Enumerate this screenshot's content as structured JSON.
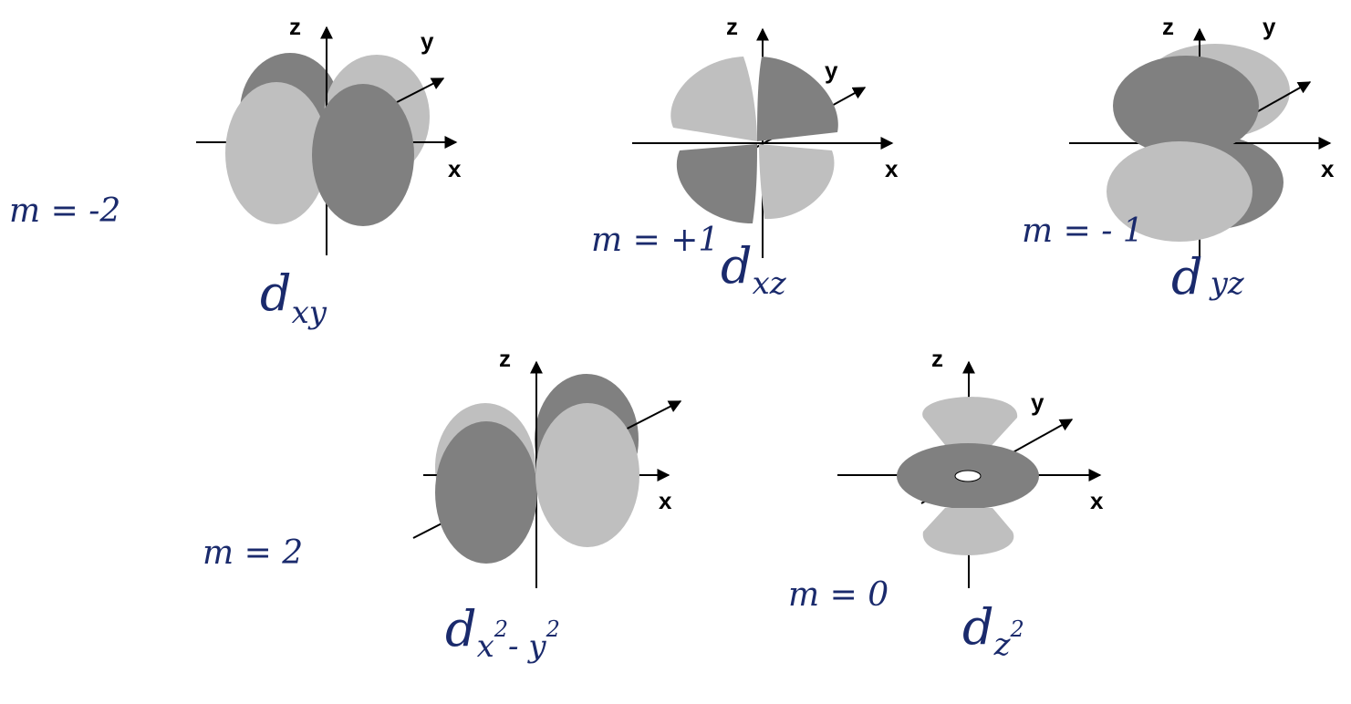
{
  "colors": {
    "dark_lobe": "#808080",
    "light_lobe": "#bfbfbf",
    "axis": "#000000",
    "ink": "#1a2a6c"
  },
  "axes": {
    "z": "z",
    "y": "y",
    "x": "x"
  },
  "orbitals": [
    {
      "id": "dxy",
      "m_label": "m = -2",
      "name_main": "d",
      "name_sub": "xy"
    },
    {
      "id": "dxz",
      "m_label": "m = +1",
      "name_main": "d",
      "name_sub": "xz"
    },
    {
      "id": "dyz",
      "m_label": "m = - 1",
      "name_main": "d",
      "name_sub": "yz"
    },
    {
      "id": "dx2y2",
      "m_label": "m = 2",
      "name_main": "d",
      "name_sub_a": "x",
      "name_sup_a": "2",
      "name_sub_b": "- y",
      "name_sup_b": "2"
    },
    {
      "id": "dz2",
      "m_label": "m = 0",
      "name_main": "d",
      "name_sub": "z",
      "name_sup": "2"
    }
  ]
}
